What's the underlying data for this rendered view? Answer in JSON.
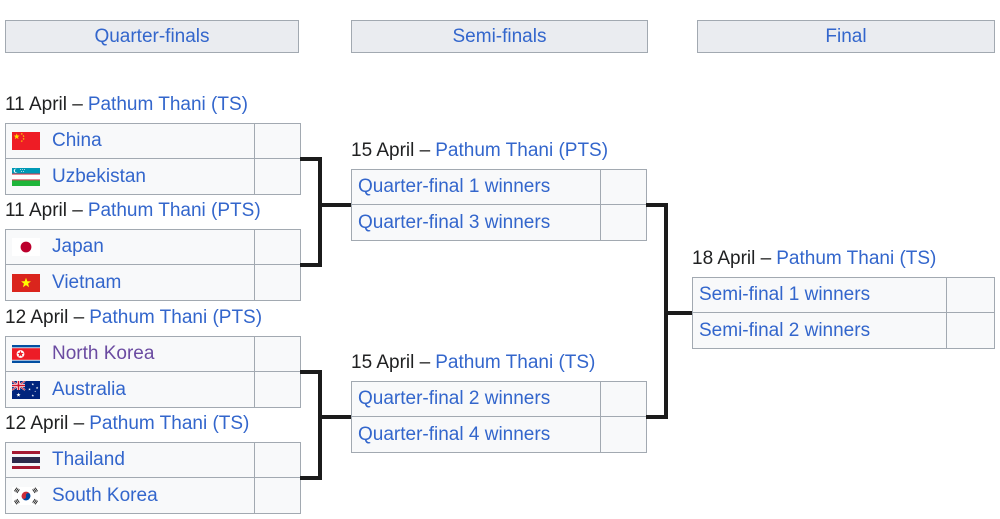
{
  "headers": [
    {
      "id": "quarter-finals",
      "label": "Quarter-finals"
    },
    {
      "id": "semi-finals",
      "label": "Semi-finals"
    },
    {
      "id": "final",
      "label": "Final"
    }
  ],
  "matches": [
    {
      "id": "qf1",
      "round": "Quarter-finals",
      "date_prefix": "11 April –",
      "venue": "Pathum Thani (TS)",
      "entries": [
        {
          "team": "China",
          "flag": "china",
          "score": ""
        },
        {
          "team": "Uzbekistan",
          "flag": "uzbekistan",
          "score": ""
        }
      ]
    },
    {
      "id": "qf2",
      "round": "Quarter-finals",
      "date_prefix": "11 April –",
      "venue": "Pathum Thani (PTS)",
      "entries": [
        {
          "team": "Japan",
          "flag": "japan",
          "score": ""
        },
        {
          "team": "Vietnam",
          "flag": "vietnam",
          "score": ""
        }
      ]
    },
    {
      "id": "qf3",
      "round": "Quarter-finals",
      "date_prefix": "12 April –",
      "venue": "Pathum Thani (PTS)",
      "entries": [
        {
          "team": "North Korea",
          "flag": "north-korea",
          "visited": true,
          "score": ""
        },
        {
          "team": "Australia",
          "flag": "australia",
          "score": ""
        }
      ]
    },
    {
      "id": "qf4",
      "round": "Quarter-finals",
      "date_prefix": "12 April –",
      "venue": "Pathum Thani (TS)",
      "entries": [
        {
          "team": "Thailand",
          "flag": "thailand",
          "score": ""
        },
        {
          "team": "South Korea",
          "flag": "south-korea",
          "score": ""
        }
      ]
    },
    {
      "id": "sf1",
      "round": "Semi-finals",
      "date_prefix": "15 April –",
      "venue": "Pathum Thani (PTS)",
      "entries": [
        {
          "team": "Quarter-final 1 winners",
          "score": ""
        },
        {
          "team": "Quarter-final 3 winners",
          "score": ""
        }
      ]
    },
    {
      "id": "sf2",
      "round": "Semi-finals",
      "date_prefix": "15 April –",
      "venue": "Pathum Thani (TS)",
      "entries": [
        {
          "team": "Quarter-final 2 winners",
          "score": ""
        },
        {
          "team": "Quarter-final 4 winners",
          "score": ""
        }
      ]
    },
    {
      "id": "final",
      "round": "Final",
      "date_prefix": "18 April –",
      "venue": "Pathum Thani (TS)",
      "entries": [
        {
          "team": "Semi-final 1 winners",
          "score": ""
        },
        {
          "team": "Semi-final 2 winners",
          "score": ""
        }
      ]
    }
  ],
  "colors": {
    "link": "#3366cc",
    "visited_link": "#6b4ba1",
    "text": "#202122",
    "cell_background": "#f8f9fa",
    "header_background": "#eaecf0",
    "border": "#a2a9b1",
    "connector": "#1b1b1b"
  }
}
